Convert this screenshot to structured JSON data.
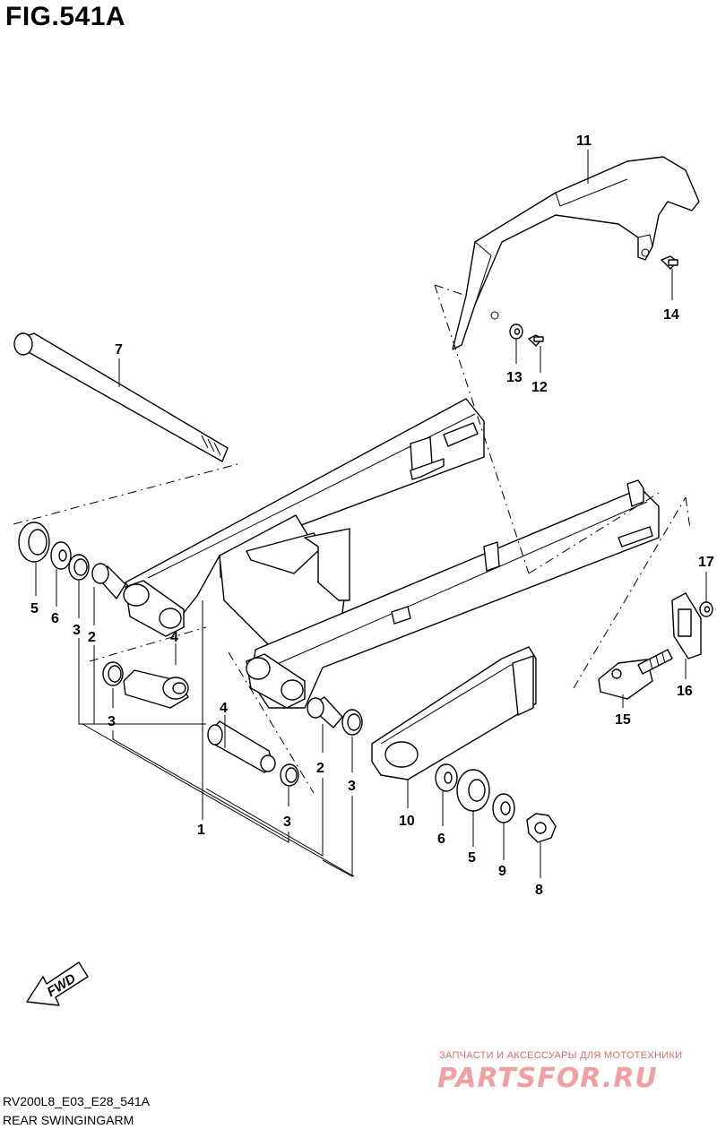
{
  "header": {
    "figure_title": "FIG.541A"
  },
  "footer": {
    "model_code": "RV200L8_E03_E28_541A",
    "caption": "REAR SWINGINGARM"
  },
  "fwd_label": "FWD",
  "watermark": {
    "top_text": "ЗАПЧАСТИ И АКСЕССУАРЫ ДЛЯ МОТОТЕХНИКИ",
    "logo_text": "PARTSFOR.RU"
  },
  "callouts": {
    "c1": "1",
    "c2a": "2",
    "c2b": "2",
    "c3a": "3",
    "c3b": "3",
    "c3c": "3",
    "c3d": "3",
    "c4a": "4",
    "c4b": "4",
    "c5a": "5",
    "c5b": "5",
    "c6a": "6",
    "c6b": "6",
    "c7": "7",
    "c8": "8",
    "c9": "9",
    "c10": "10",
    "c11": "11",
    "c12": "12",
    "c13": "13",
    "c14": "14",
    "c15": "15",
    "c16": "16",
    "c17": "17"
  }
}
